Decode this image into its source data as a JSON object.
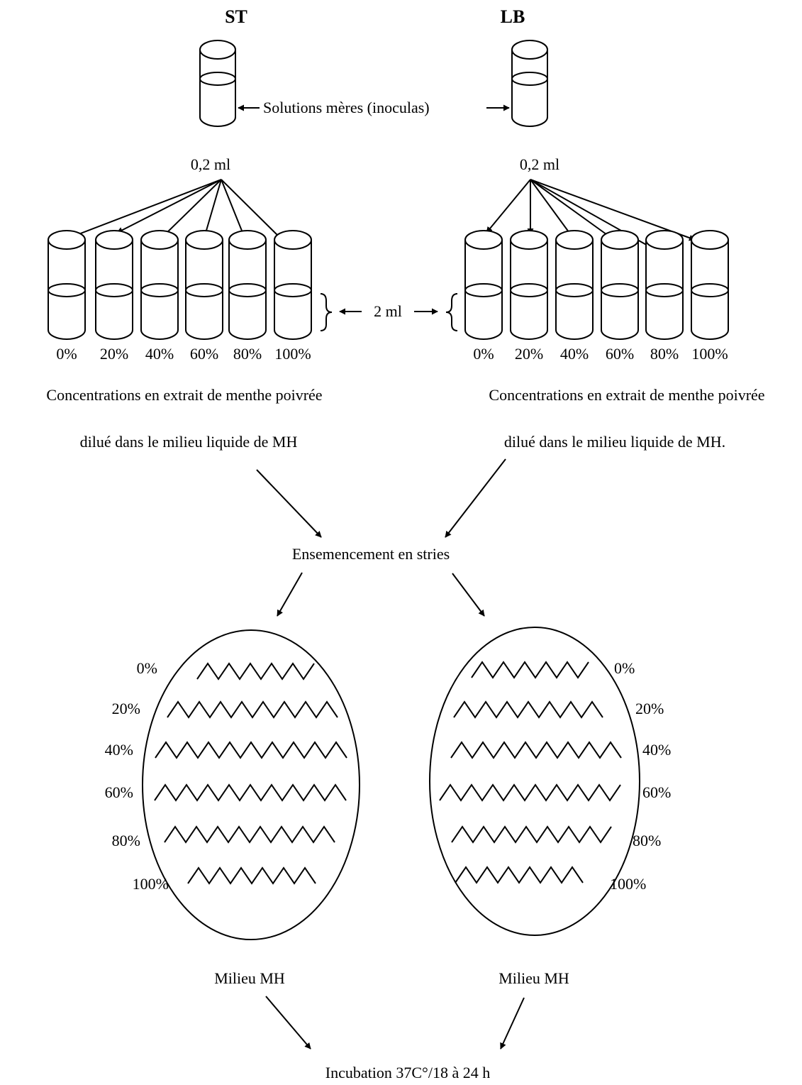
{
  "left": {
    "strain": "ST",
    "volume": "0,2 ml",
    "concentrations": [
      "0%",
      "20%",
      "40%",
      "60%",
      "80%",
      "100%"
    ],
    "desc_line1": "Concentrations en extrait de menthe  poivrée",
    "desc_line2": "dilué dans le milieu liquide de MH",
    "plate_labels": [
      "0%",
      "20%",
      "40%",
      "60%",
      "80%",
      "100%"
    ],
    "medium": "Milieu MH"
  },
  "right": {
    "strain": "LB",
    "volume": "0,2 ml",
    "concentrations": [
      "0%",
      "20%",
      "40%",
      "60%",
      "80%",
      "100%"
    ],
    "desc_line1": "Concentrations en extrait de menthe poivrée",
    "desc_line2": "dilué dans le milieu liquide de MH.",
    "plate_labels": [
      "0%",
      "20%",
      "40%",
      "60%",
      "80%",
      "100%"
    ],
    "medium": "Milieu MH"
  },
  "stock_solutions": "Solutions mères (inoculas)",
  "volume_tube": "2 ml",
  "seeding": "Ensemencement en stries",
  "incubation": "Incubation 37C°/18 à 24 h"
}
